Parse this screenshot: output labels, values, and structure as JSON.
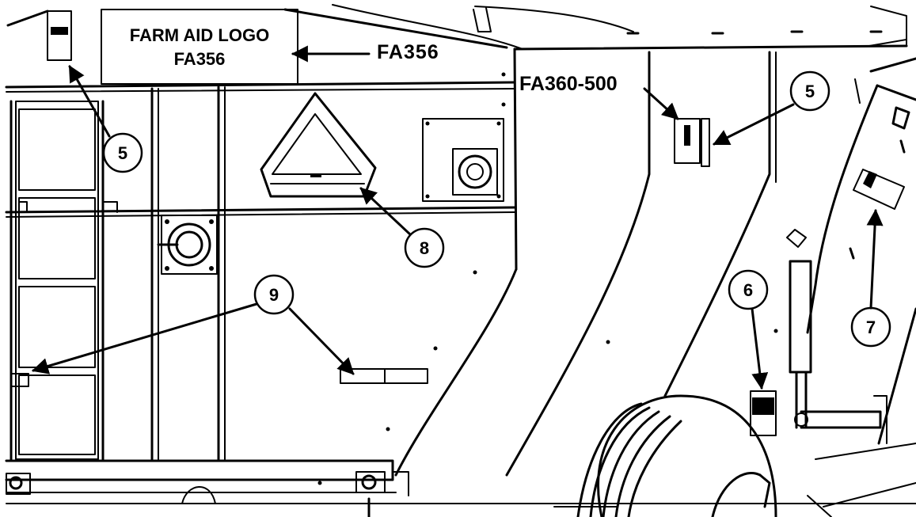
{
  "labels": {
    "logo_line1": "FARM AID LOGO",
    "logo_line2": "FA356",
    "pointer_fa356": "FA356",
    "pointer_fa360": "FA360-500"
  },
  "callouts": [
    {
      "id": "c5a",
      "number": "5"
    },
    {
      "id": "c5b",
      "number": "5"
    },
    {
      "id": "c6",
      "number": "6"
    },
    {
      "id": "c7",
      "number": "7"
    },
    {
      "id": "c8",
      "number": "8"
    },
    {
      "id": "c9",
      "number": "9"
    }
  ],
  "colors": {
    "line": "#000000",
    "background": "#ffffff"
  }
}
